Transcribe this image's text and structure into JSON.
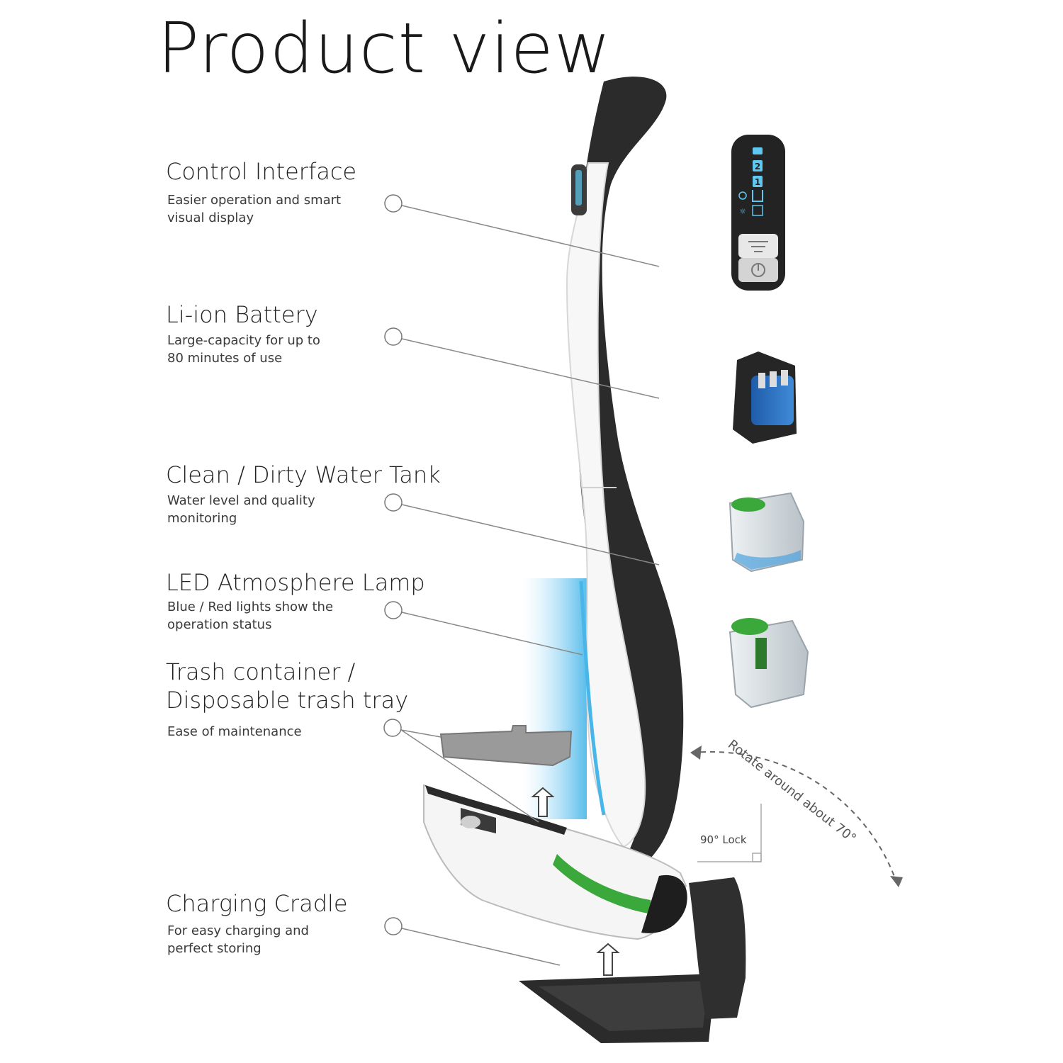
{
  "page": {
    "title": "Product view"
  },
  "features": [
    {
      "title": "Control Interface",
      "desc": "Easier operation and smart\nvisual display"
    },
    {
      "title": "Li-ion Battery",
      "desc": "Large-capacity for up to\n80 minutes of use"
    },
    {
      "title": "Clean / Dirty Water Tank",
      "desc": "Water level and quality\nmonitoring"
    },
    {
      "title": "LED Atmosphere Lamp",
      "desc": "Blue / Red lights show the\noperation status"
    },
    {
      "title": "Trash container /\nDisposable trash tray",
      "desc": "Ease of maintenance"
    },
    {
      "title": "Charging Cradle",
      "desc": "For easy charging and\nperfect storing"
    }
  ],
  "annotations": {
    "lock": "90° Lock",
    "rotate": "Rotate around about 70°"
  },
  "control_panel": {
    "mode_labels": [
      "2",
      "1"
    ]
  },
  "colors": {
    "led_blue": "#48b6e8",
    "roller_green": "#3aa83a",
    "body_dark": "#2b2b2b",
    "body_white": "#f7f7f7"
  }
}
